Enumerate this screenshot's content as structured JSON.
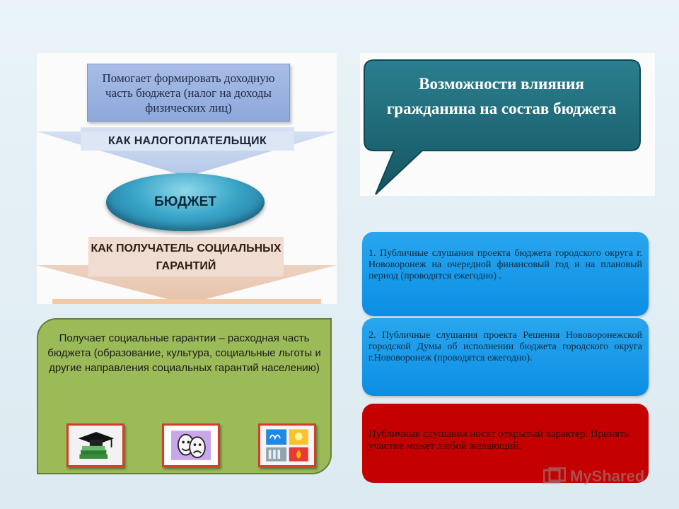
{
  "diagram": {
    "income_box": "Помогает формировать доходную часть бюджета (налог на доходы физических лиц)",
    "taxpayer_label": "КАК НАЛОГОПЛАТЕЛЬЩИК",
    "budget_label": "БЮДЖЕТ",
    "recipient_label": "КАК ПОЛУЧАТЕЛЬ СОЦИАЛЬНЫХ ГАРАНТИЙ"
  },
  "green_box": {
    "text": "Получает социальные гарантии – расходная часть бюджета (образование, культура, социальные льготы и другие направления социальных гарантий населению)",
    "icons": [
      "graduation-cap-icon",
      "theater-masks-icon",
      "utilities-icon"
    ]
  },
  "title_bubble": {
    "text": "Возможности влияния гражданина на состав бюджета"
  },
  "info_boxes": [
    "1. Публичные слушания проекта бюджета городского округа г. Нововоронеж на очередной финансовый год и на плановый период (проводятся ежегодно) .",
    "2. Публичные слушания проекта Решения Нововоронежской городской Думы об исполнении бюджета городского округа г.Нововоронеж (проводятся ежегодно).",
    "Публичные слушания носят открытый характер. Принять участие может любой желающий."
  ],
  "watermark": "MyShared",
  "colors": {
    "info_blue": "#0b8ee4",
    "info_red": "#c40000",
    "green": "#9bbb59",
    "bubble": "#1c6a7a"
  }
}
